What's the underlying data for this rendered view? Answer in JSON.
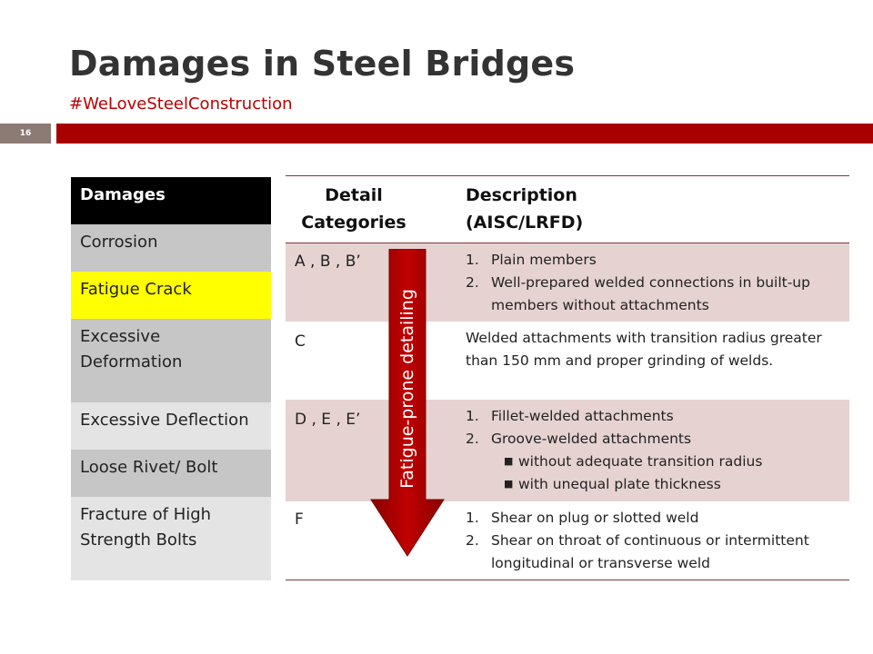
{
  "slide": {
    "title": "Damages in Steel Bridges",
    "hashtag": "#WeLoveSteelConstruction",
    "number": "16"
  },
  "damages": {
    "header": "Damages",
    "items": [
      "Corrosion",
      "Fatigue Crack",
      "Excessive Deformation",
      "Excessive Deflection",
      "Loose Rivet/ Bolt",
      "Fracture of High Strength Bolts"
    ]
  },
  "table": {
    "col1_header_line1": "Detail",
    "col1_header_line2": "Categories",
    "col2_header_line1": "Description",
    "col2_header_line2": "(AISC/LRFD)",
    "rows": [
      {
        "category": "A , B , B’",
        "items": [
          "Plain members",
          "Well-prepared welded connections in built-up members without attachments"
        ]
      },
      {
        "category": "C",
        "text": "Welded attachments with transition radius greater than 150 mm and proper grinding of welds."
      },
      {
        "category": "D , E , E’",
        "items": [
          "Fillet-welded attachments",
          "Groove-welded attachments"
        ],
        "subitems": [
          "without adequate transition radius",
          "with unequal plate thickness"
        ]
      },
      {
        "category": "F",
        "items": [
          "Shear on plug or slotted weld",
          "Shear on throat of continuous or intermittent longitudinal or transverse weld"
        ]
      }
    ],
    "arrow_label": "Fatigue-prone detailing"
  },
  "colors": {
    "accent": "#a80000",
    "row_shade": "#e6d3d1",
    "highlight": "#ffff00"
  }
}
